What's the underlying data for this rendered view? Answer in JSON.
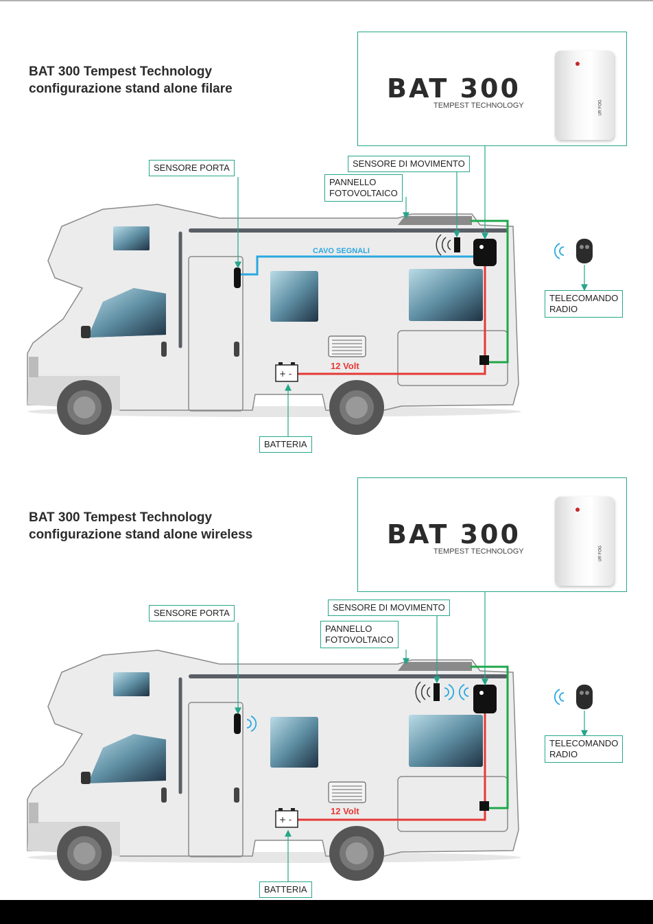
{
  "diagrams": [
    {
      "title_line1": "BAT 300 Tempest Technology",
      "title_line2": "configurazione stand alone filare",
      "brand": "BAT 300",
      "brand_sub": "TEMPEST TECHNOLOGY",
      "device_mark": "UR FOG",
      "labels": {
        "door_sensor": "SENSORE PORTA",
        "motion_sensor": "SENSORE DI MOVIMENTO",
        "solar_panel_line1": "PANNELLO",
        "solar_panel_line2": "FOTOVOLTAICO",
        "remote_line1": "TELECOMANDO",
        "remote_line2": "RADIO",
        "battery": "BATTERIA",
        "signal_cable": "CAVO SEGNALI",
        "voltage": "12 Volt"
      },
      "connection": "wired"
    },
    {
      "title_line1": "BAT 300 Tempest Technology",
      "title_line2": "configurazione stand alone wireless",
      "brand": "BAT 300",
      "brand_sub": "TEMPEST TECHNOLOGY",
      "device_mark": "UR FOG",
      "labels": {
        "door_sensor": "SENSORE PORTA",
        "motion_sensor": "SENSORE DI MOVIMENTO",
        "solar_panel_line1": "PANNELLO",
        "solar_panel_line2": "FOTOVOLTAICO",
        "remote_line1": "TELECOMANDO",
        "remote_line2": "RADIO",
        "battery": "BATTERIA",
        "voltage": "12 Volt"
      },
      "connection": "wireless"
    }
  ],
  "colors": {
    "label_border": "#25a58a",
    "signal_cable": "#29a8e0",
    "power_cable": "#e53935",
    "solar_cable": "#1fa64a",
    "camper_body": "#ececec",
    "camper_outline": "#7a7a7a"
  }
}
